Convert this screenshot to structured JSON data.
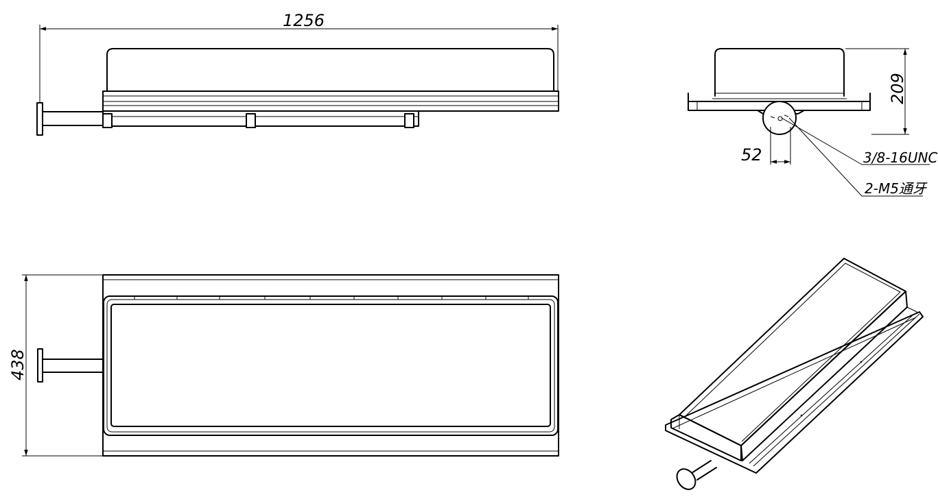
{
  "drawing": {
    "front_view": {
      "width_dim": "1256"
    },
    "side_view": {
      "height_dim": "209",
      "offset_dim": "52",
      "note_thread": "3/8-16UNC",
      "note_holes": "2-M5通牙"
    },
    "top_view": {
      "depth_dim": "438"
    }
  }
}
